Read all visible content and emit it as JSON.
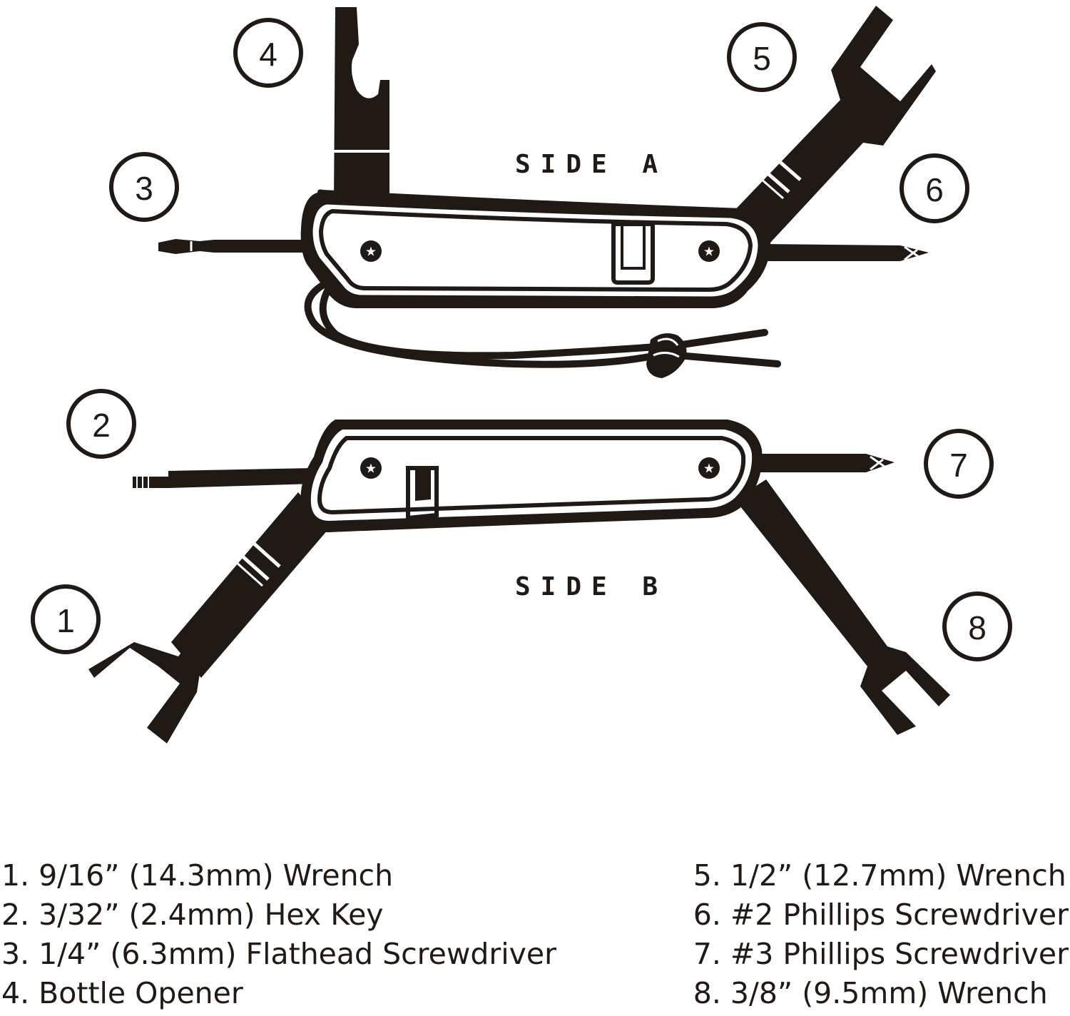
{
  "diagram": {
    "side_a_label": "SIDE A",
    "side_b_label": "SIDE B",
    "callouts": [
      "1",
      "2",
      "3",
      "4",
      "5",
      "6",
      "7",
      "8"
    ],
    "ink_color": "#1f1a16",
    "background_color": "#ffffff"
  },
  "legend": {
    "left": [
      "1. 9/16” (14.3mm) Wrench",
      "2. 3/32” (2.4mm) Hex Key",
      "3. 1/4” (6.3mm) Flathead Screwdriver",
      "4. Bottle Opener"
    ],
    "right": [
      "5. 1/2” (12.7mm) Wrench",
      "6. #2 Phillips Screwdriver",
      "7. #3 Phillips Screwdriver",
      "8. 3/8” (9.5mm) Wrench"
    ]
  }
}
